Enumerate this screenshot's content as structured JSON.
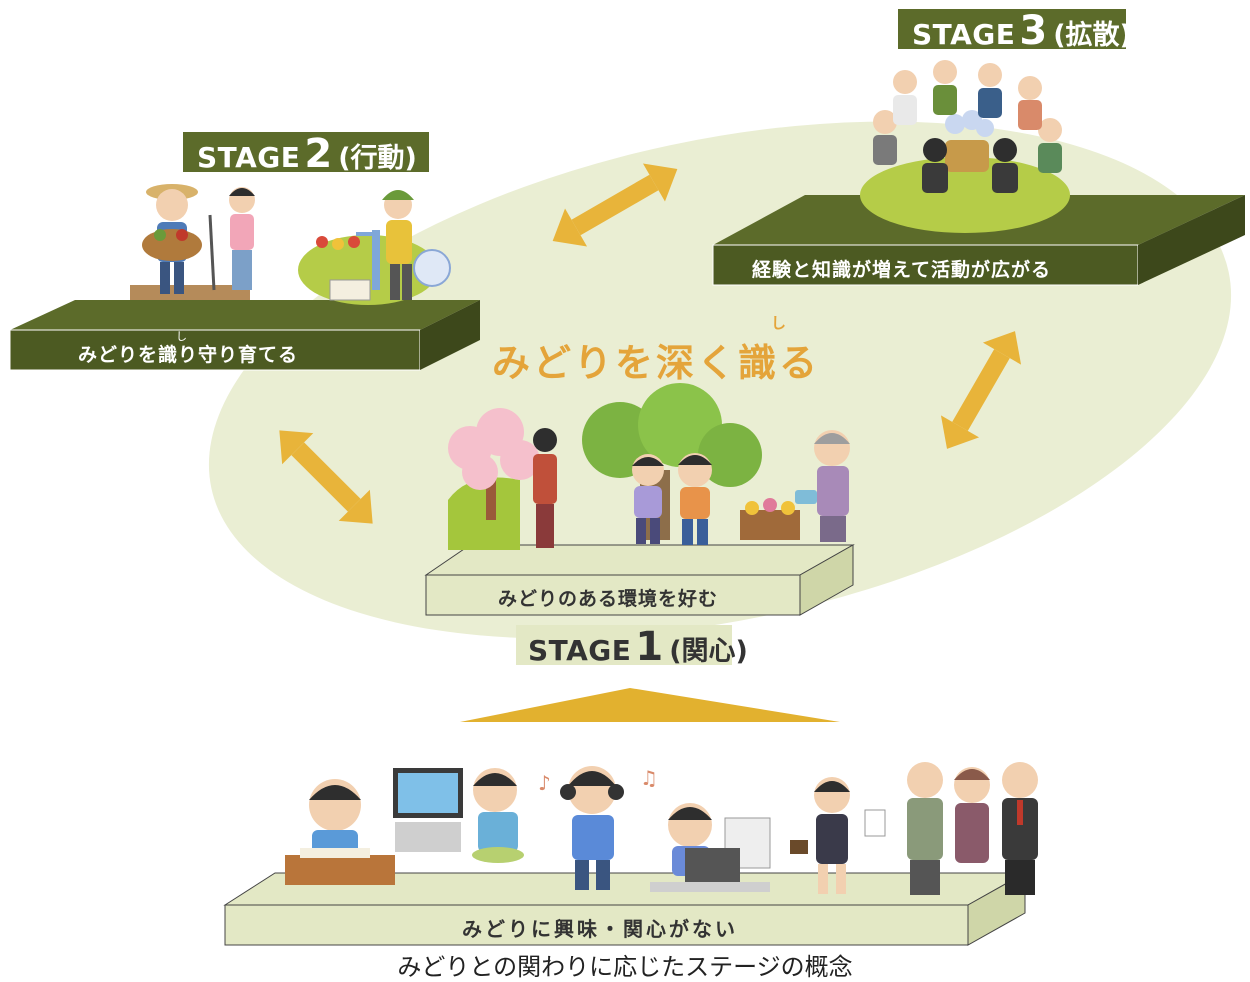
{
  "stages": {
    "stage1": {
      "word": "STAGE",
      "num": "1",
      "paren": "(関心)",
      "platform": "みどりのある環境を好む"
    },
    "stage2": {
      "word": "STAGE",
      "num": "2",
      "paren": "(行動)",
      "platform": "みどりを識り守り育てる",
      "ruby": "し"
    },
    "stage3": {
      "word": "STAGE",
      "num": "3",
      "paren": "(拡散)",
      "platform": "経験と知識が増えて活動が広がる"
    }
  },
  "center_phrase": "みどりを深く識る",
  "center_ruby": "し",
  "base_platform": "みどりに興味・関心がない",
  "caption": "みどりとの関わりに応じたステージの概念",
  "colors": {
    "dark_green": "#5c6b2a",
    "light_green": "#e3e8c5",
    "ellipse": "#eaeed3",
    "arrow": "#e8b43a",
    "phrase": "#e4a43a"
  },
  "illustrations": [
    "farmers-icon",
    "gardener-icon",
    "discussion-group-icon",
    "cherry-tree-icon",
    "hiking-children-icon",
    "watering-elder-icon",
    "studying-boy-icon",
    "gaming-boy-icon",
    "music-boy-icon",
    "office-worker-icon",
    "busy-woman-icon",
    "elderly-group-icon"
  ]
}
